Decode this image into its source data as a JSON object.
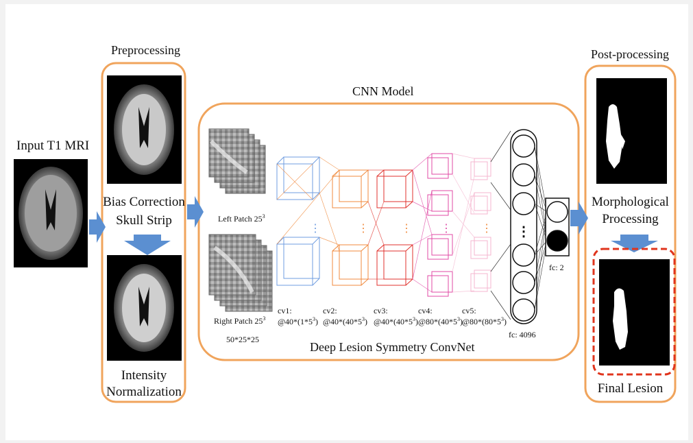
{
  "input": {
    "label": "Input T1 MRI"
  },
  "preprocessing": {
    "title": "Preprocessing",
    "step1_line1": "Bias Correction",
    "step1_line2": "Skull Strip",
    "step2_line1": "Intensity",
    "step2_line2": "Normalization"
  },
  "cnn": {
    "title": "CNN Model",
    "left_patch": "Left Patch 25",
    "right_patch": "Right Patch 25",
    "patch_exp": "3",
    "input_size": "50*25*25",
    "layers": [
      {
        "name": "cv1:",
        "spec": "@40*(1*5",
        "exp": "3",
        "close": ")"
      },
      {
        "name": "cv2:",
        "spec": "@40*(40*5",
        "exp": "3",
        "close": ")"
      },
      {
        "name": "cv3:",
        "spec": "@40*(40*5",
        "exp": "3",
        "close": ")"
      },
      {
        "name": "cv4:",
        "spec": "@80*(40*5",
        "exp": "3",
        "close": ")"
      },
      {
        "name": "cv5:",
        "spec": "@80*(80*5",
        "exp": "3",
        "close": ")"
      }
    ],
    "fc1": "fc: 4096",
    "fc2": "fc: 2",
    "caption": "Deep Lesion Symmetry ConvNet"
  },
  "postprocessing": {
    "title": "Post-processing",
    "step_line1": "Morphological",
    "step_line2": "Processing",
    "final": "Final Lesion"
  },
  "colors": {
    "box_border": "#f0a45c",
    "arrow": "#5b8fd1",
    "final_dash": "#e0341c",
    "cv1": "#6f9ce0",
    "cv2": "#f08a3c",
    "cv3": "#e0322c",
    "cv4": "#e04aa6",
    "cv5": "#f4b6cf"
  },
  "icons": [
    "mri-input-image",
    "brain-skull-stripped-image",
    "brain-normalized-image",
    "patch-stack-image",
    "lesion-mask-image",
    "flow-arrow"
  ]
}
